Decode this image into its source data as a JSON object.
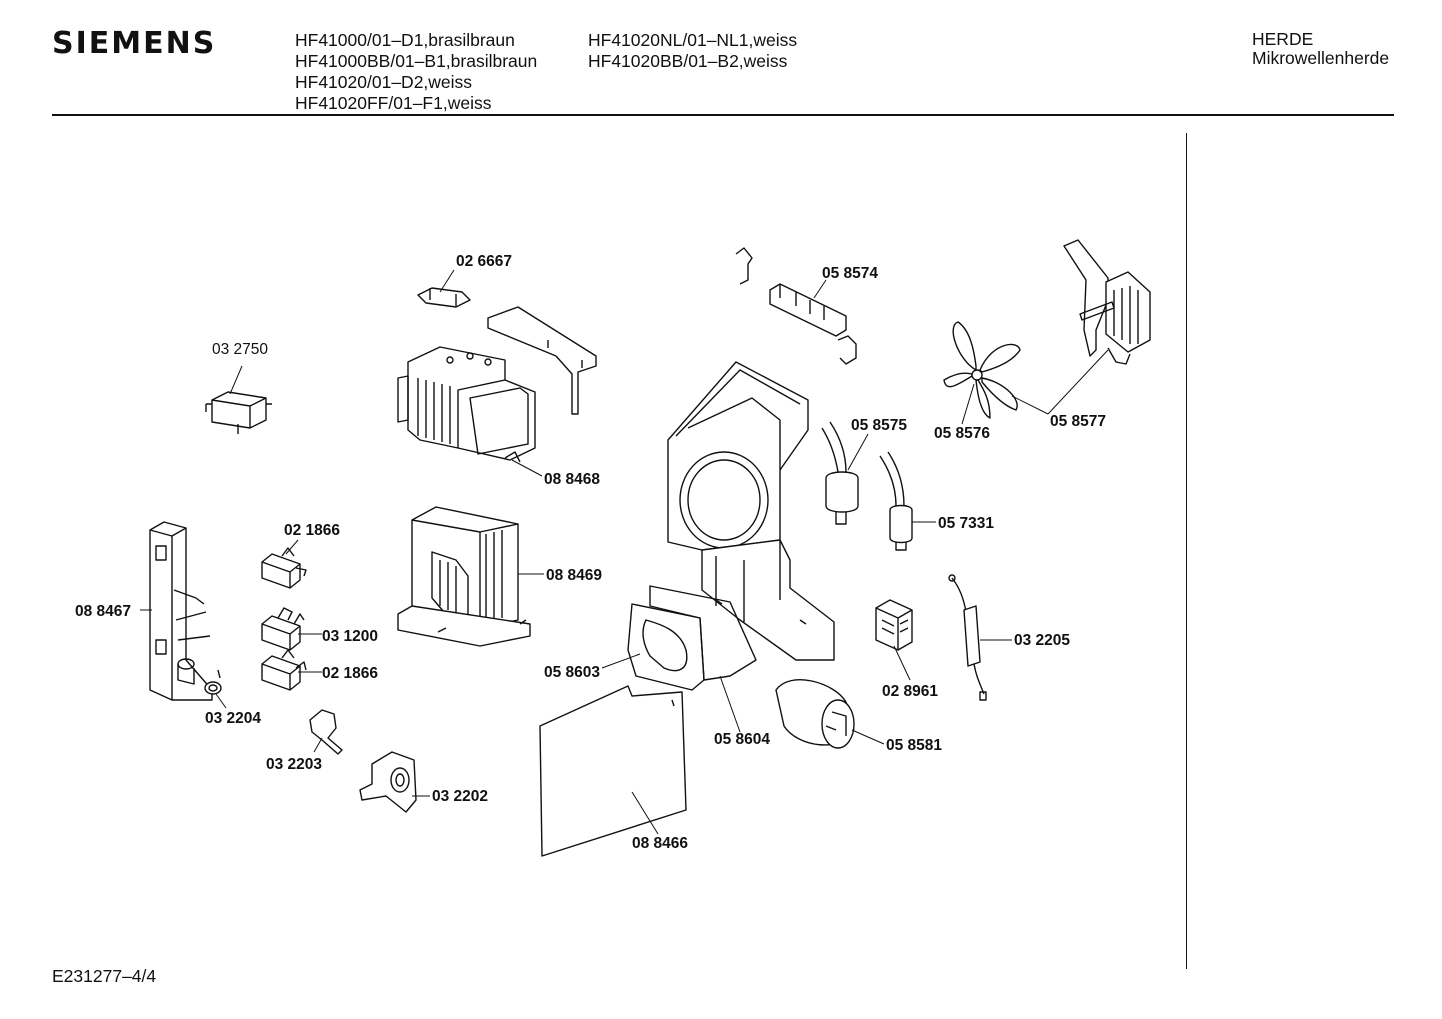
{
  "header": {
    "brand": "SIEMENS",
    "models_col1": [
      "HF41000/01–D1,brasilbraun",
      "HF41000BB/01–B1,brasilbraun",
      "HF41020/01–D2,weiss",
      "HF41020FF/01–F1,weiss"
    ],
    "models_col2": [
      "HF41020NL/01–NL1,weiss",
      "HF41020BB/01–B2,weiss"
    ],
    "category": "HERDE",
    "subcategory": "Mikrowellenherde"
  },
  "footer": {
    "doc_number": "E231277–4/4"
  },
  "parts": {
    "p026667": "02 6667",
    "p032750": "03 2750",
    "p088468": "08 8468",
    "p021866a": "02 1866",
    "p088469": "08 8469",
    "p088467": "08 8467",
    "p031200": "03 1200",
    "p021866b": "02 1866",
    "p032204": "03 2204",
    "p032203": "03 2203",
    "p032202": "03 2202",
    "p058574": "05 8574",
    "p058575": "05 8575",
    "p058576": "05 8576",
    "p058577": "05 8577",
    "p057331": "05 7331",
    "p032205": "03 2205",
    "p028961": "02 8961",
    "p058603": "05 8603",
    "p058604": "05 8604",
    "p058581": "05 8581",
    "p088466": "08 8466"
  }
}
